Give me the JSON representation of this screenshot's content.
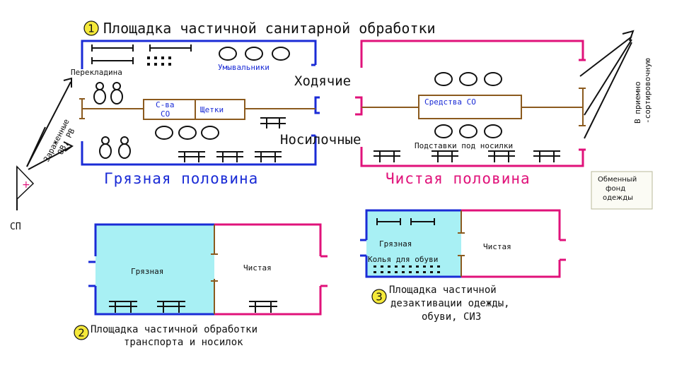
{
  "site1": {
    "number": "1",
    "title": "Площадка частичной санитарной обработки",
    "crossbar_label": "Перекладина",
    "washbasins_label": "Умывальники",
    "walking_label": "Ходячие",
    "stretcher_label": "Носилочные",
    "sredstva_so_short": "С-ва СО",
    "sredstva_so_line1": "С-ва",
    "sredstva_so_line2": "СО",
    "brushes_label": "Щетки",
    "sredstva_so_full": "Средства СО",
    "stands_label": "Подставки под носилки",
    "dirty_half": "Грязная половина",
    "clean_half": "Чистая половина"
  },
  "left": {
    "contaminated_line1": "Зараженные",
    "contaminated_line2": "ОВ, РВ",
    "sp_label": "СП",
    "plus": "+"
  },
  "right": {
    "sorting_line1": "В приемно",
    "sorting_line2": "-сортировочную",
    "exchange_line1": "Обменный",
    "exchange_line2": "фонд",
    "exchange_line3": "одежды"
  },
  "site2": {
    "number": "2",
    "dirty": "Грязная",
    "clean": "Чистая",
    "caption_line1": "Площадка частичной обработки",
    "caption_line2": "транспорта и носилок"
  },
  "site3": {
    "number": "3",
    "dirty": "Грязная",
    "clean": "Чистая",
    "pegs_label": "Колья для обуви",
    "caption_line1": "Площадка частичной",
    "caption_line2": "дезактивации одежды,",
    "caption_line3": "обуви, СИЗ"
  },
  "colors": {
    "blue": "#1a2bd6",
    "pink": "#e0127a",
    "brown": "#8b5a1e",
    "cyan": "#a8f0f4",
    "number_circle": "#f5e93a"
  }
}
